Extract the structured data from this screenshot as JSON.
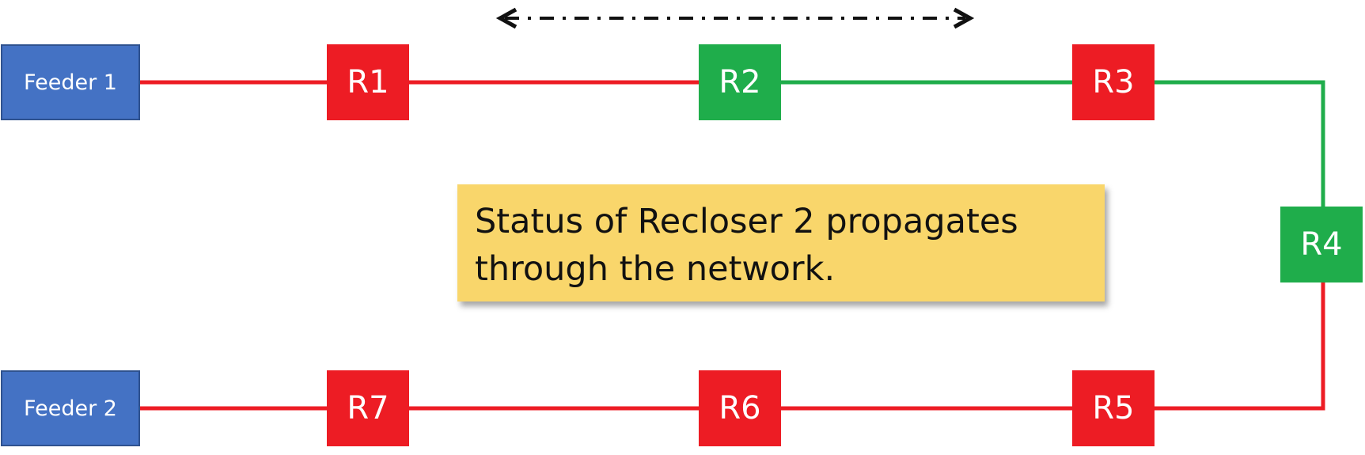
{
  "colors": {
    "feeder": "#4472c4",
    "open_red": "#ed1c24",
    "closed_green": "#1fad4b",
    "callout_fill": "#f9d66b",
    "arrow": "#111111"
  },
  "feeders": [
    {
      "id": "feeder1",
      "label": "Feeder 1"
    },
    {
      "id": "feeder2",
      "label": "Feeder 2"
    }
  ],
  "reclosers": [
    {
      "id": "R1",
      "label": "R1",
      "status_color": "red"
    },
    {
      "id": "R2",
      "label": "R2",
      "status_color": "green"
    },
    {
      "id": "R3",
      "label": "R3",
      "status_color": "red"
    },
    {
      "id": "R4",
      "label": "R4",
      "status_color": "green"
    },
    {
      "id": "R5",
      "label": "R5",
      "status_color": "red"
    },
    {
      "id": "R6",
      "label": "R6",
      "status_color": "red"
    },
    {
      "id": "R7",
      "label": "R7",
      "status_color": "red"
    }
  ],
  "connections": [
    {
      "from": "feeder1",
      "to": "R1",
      "color": "red"
    },
    {
      "from": "R1",
      "to": "R2",
      "color": "red"
    },
    {
      "from": "R2",
      "to": "R3",
      "color": "green"
    },
    {
      "from": "R3",
      "to": "R4",
      "color": "green"
    },
    {
      "from": "R4",
      "to": "R5",
      "color": "red"
    },
    {
      "from": "R5",
      "to": "R6",
      "color": "red"
    },
    {
      "from": "R6",
      "to": "R7",
      "color": "red"
    },
    {
      "from": "R7",
      "to": "feeder2",
      "color": "red"
    }
  ],
  "callout": {
    "line1": "Status of Recloser 2 propagates",
    "line2": "through the network."
  },
  "arrow": {
    "style": "dash-dot",
    "direction": "bidirectional"
  }
}
